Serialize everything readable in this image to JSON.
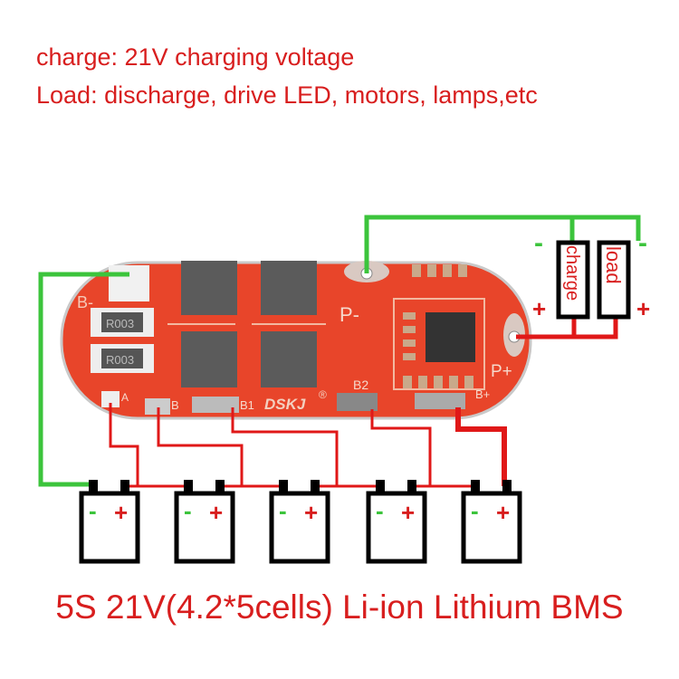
{
  "captions": {
    "charge": "charge: 21V charging voltage",
    "load": "Load: discharge, drive LED, motors, lamps,etc"
  },
  "title": "5S 21V(4.2*5cells) Li-ion Lithium BMS",
  "board": {
    "brand": "DSKJ",
    "registered": "®",
    "pads": {
      "b_minus": "B-",
      "p_minus": "P-",
      "p_plus": "P+",
      "b_plus": "B+",
      "a": "A",
      "b": "B",
      "b1": "B1",
      "b2": "B2"
    },
    "resistor_marking": "R003"
  },
  "external": {
    "charge": "charge",
    "load": "load",
    "minus": "-",
    "plus": "+"
  },
  "cells": [
    {
      "minus": "-",
      "plus": "+"
    },
    {
      "minus": "-",
      "plus": "+"
    },
    {
      "minus": "-",
      "plus": "+"
    },
    {
      "minus": "-",
      "plus": "+"
    },
    {
      "minus": "-",
      "plus": "+"
    }
  ],
  "colors": {
    "negative_wire": "#3cc43c",
    "positive_wire": "#e01818",
    "pcb": "#e8452a",
    "text": "#d81e1e"
  }
}
